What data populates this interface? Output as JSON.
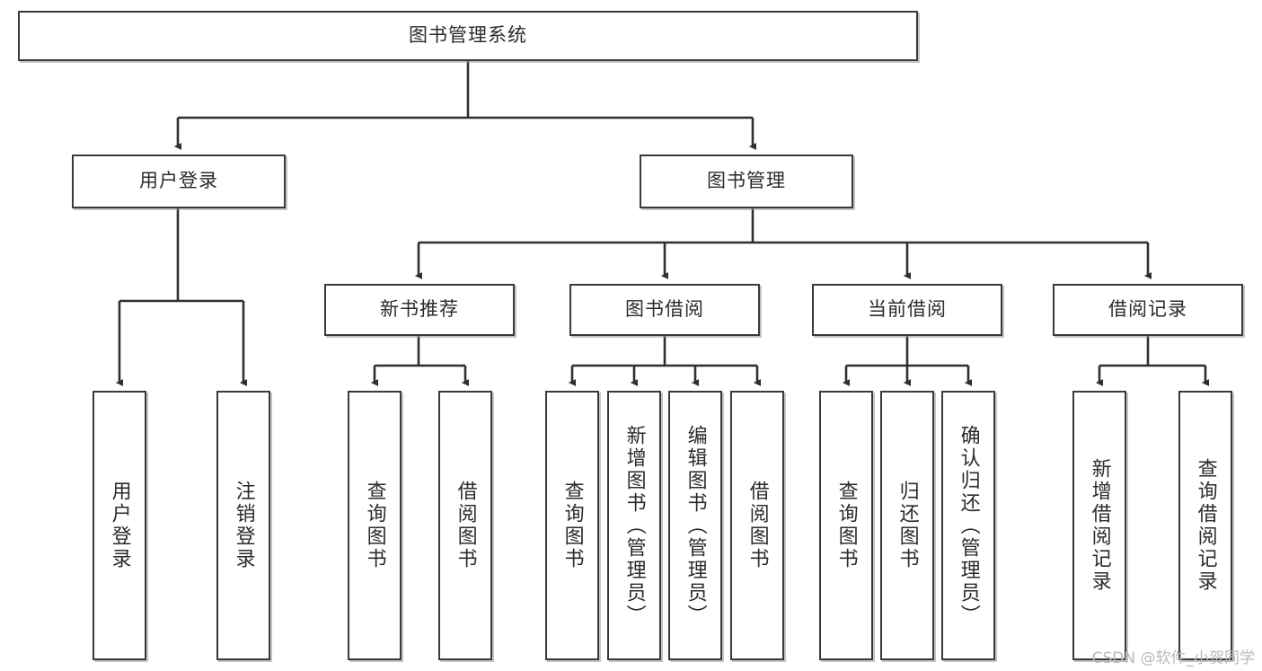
{
  "diagram": {
    "kind": "tree-hierarchy-chart",
    "title": "图书管理系统",
    "line_color": "#3a3a3a",
    "box_fill": "#ffffff",
    "text_color": "#2b2b2b",
    "watermark": "CSDN @软件_小贺同学"
  },
  "root": {
    "label": "图书管理系统"
  },
  "level2": [
    {
      "id": "user-login",
      "label": "用户登录"
    },
    {
      "id": "book-manage",
      "label": "图书管理"
    }
  ],
  "level3": [
    {
      "id": "new-book-rec",
      "label": "新书推荐",
      "parent": "book-manage"
    },
    {
      "id": "book-borrow",
      "label": "图书借阅",
      "parent": "book-manage"
    },
    {
      "id": "current-borrow",
      "label": "当前借阅",
      "parent": "book-manage"
    },
    {
      "id": "borrow-record",
      "label": "借阅记录",
      "parent": "book-manage"
    }
  ],
  "leaves": {
    "user_login": [
      {
        "id": "leaf-user-login",
        "label": "用户登录"
      },
      {
        "id": "leaf-logout-login",
        "label": "注销登录"
      }
    ],
    "new_book_rec": [
      {
        "id": "leaf-query-book-1",
        "label": "查询图书"
      },
      {
        "id": "leaf-borrow-book-1",
        "label": "借阅图书"
      }
    ],
    "book_borrow": [
      {
        "id": "leaf-query-book-2",
        "label": "查询图书"
      },
      {
        "id": "leaf-add-book",
        "label": "新增图书（管理员）"
      },
      {
        "id": "leaf-edit-book",
        "label": "编辑图书（管理员）"
      },
      {
        "id": "leaf-borrow-book-2",
        "label": "借阅图书"
      }
    ],
    "current_borrow": [
      {
        "id": "leaf-query-book-3",
        "label": "查询图书"
      },
      {
        "id": "leaf-return-book",
        "label": "归还图书"
      },
      {
        "id": "leaf-confirm-return",
        "label": "确认归还（管理员）"
      }
    ],
    "borrow_record": [
      {
        "id": "leaf-add-record",
        "label": "新增借阅记录"
      },
      {
        "id": "leaf-query-record",
        "label": "查询借阅记录"
      }
    ]
  }
}
